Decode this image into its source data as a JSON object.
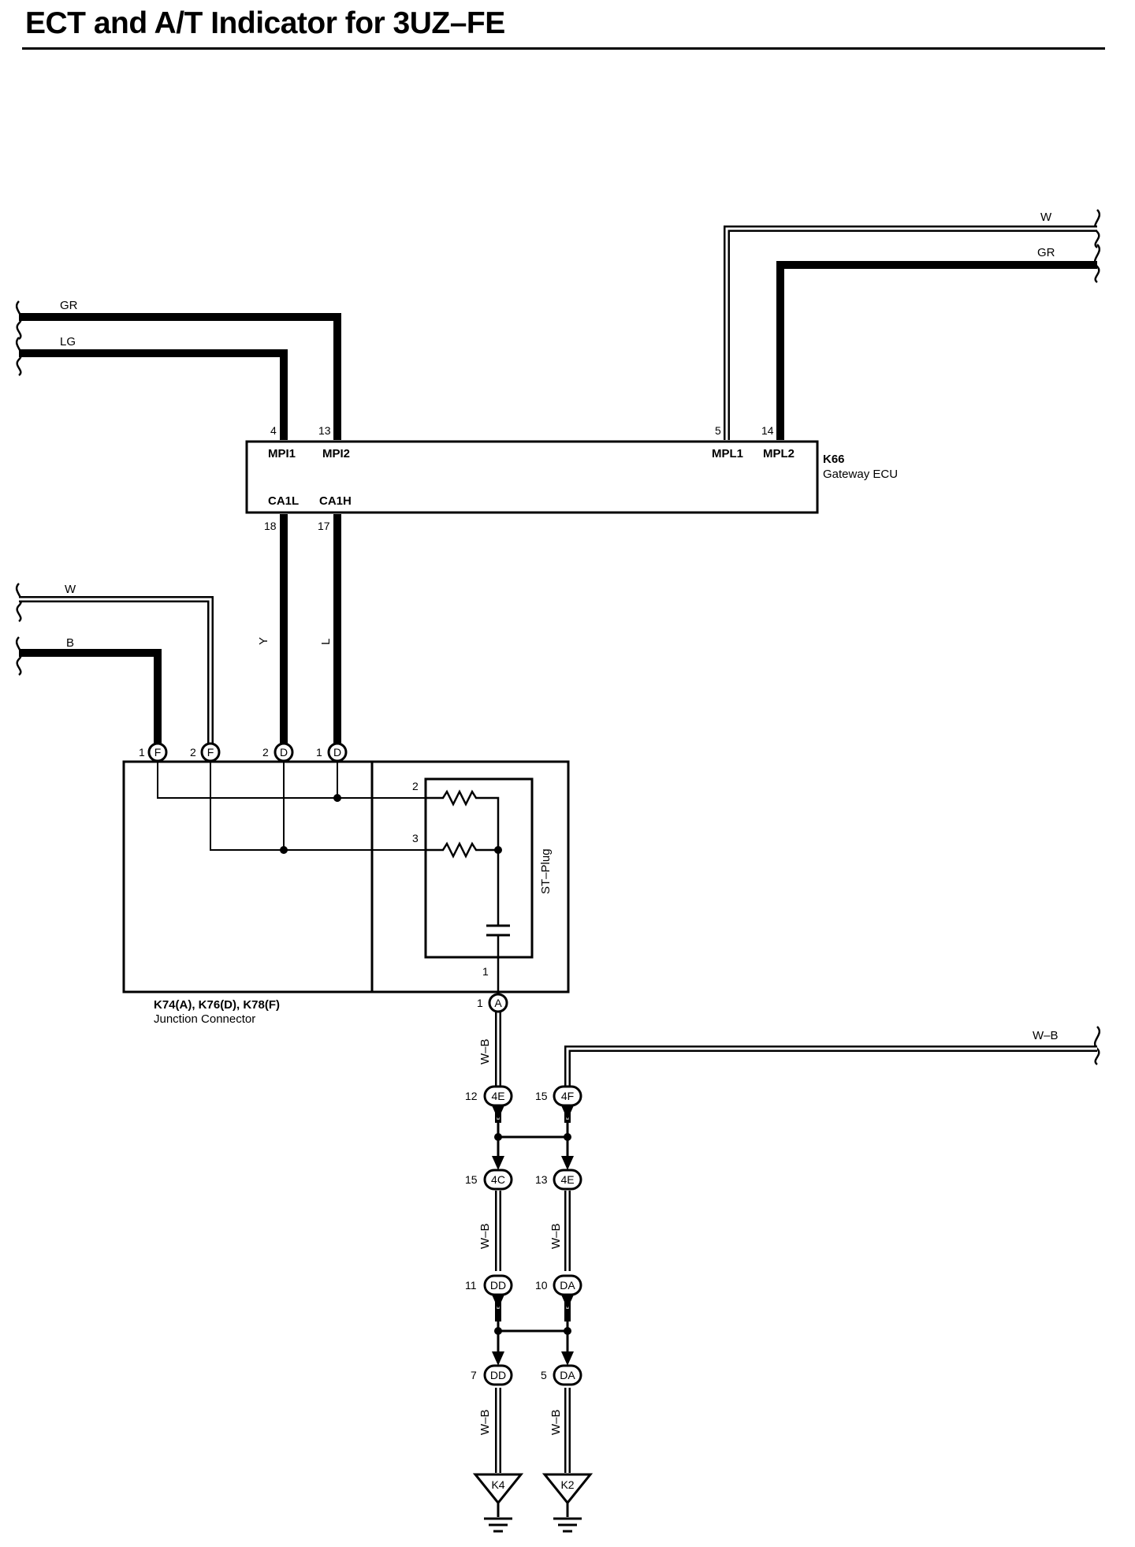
{
  "page": {
    "title": "ECT and A/T Indicator for 3UZ–FE"
  },
  "wires": {
    "gr_left": "GR",
    "lg_left": "LG",
    "w_right": "W",
    "gr_right": "GR",
    "w_left": "W",
    "b_left": "B",
    "y_mid": "Y",
    "l_mid": "L",
    "wb_right": "W–B",
    "wb_a": "W–B",
    "wb_b": "W–B",
    "wb_c": "W–B",
    "wb_d": "W–B",
    "wb_e": "W–B"
  },
  "ecu": {
    "id": "K66",
    "name": "Gateway ECU",
    "pins": {
      "mpi1": {
        "num": "4",
        "sig": "MPI1"
      },
      "mpi2": {
        "num": "13",
        "sig": "MPI2"
      },
      "mpl1": {
        "num": "5",
        "sig": "MPL1"
      },
      "mpl2": {
        "num": "14",
        "sig": "MPL2"
      },
      "ca1l": {
        "num": "18",
        "sig": "CA1L"
      },
      "ca1h": {
        "num": "17",
        "sig": "CA1H"
      }
    }
  },
  "junction": {
    "id": "K74(A), K76(D), K78(F)",
    "name": "Junction Connector",
    "conn": [
      {
        "num": "1",
        "code": "F"
      },
      {
        "num": "2",
        "code": "F"
      },
      {
        "num": "2",
        "code": "D"
      },
      {
        "num": "1",
        "code": "D"
      }
    ],
    "bottom": {
      "num": "1",
      "code": "A"
    }
  },
  "st_plug": {
    "name": "ST–Plug",
    "pin2": "2",
    "pin3": "3",
    "pin1": "1"
  },
  "connectors": [
    {
      "num": "12",
      "code": "4E"
    },
    {
      "num": "15",
      "code": "4F"
    },
    {
      "num": "15",
      "code": "4C"
    },
    {
      "num": "13",
      "code": "4E"
    },
    {
      "num": "11",
      "code": "DD"
    },
    {
      "num": "10",
      "code": "DA"
    },
    {
      "num": "7",
      "code": "DD"
    },
    {
      "num": "5",
      "code": "DA"
    }
  ],
  "grounds": [
    {
      "id": "K4"
    },
    {
      "id": "K2"
    }
  ]
}
